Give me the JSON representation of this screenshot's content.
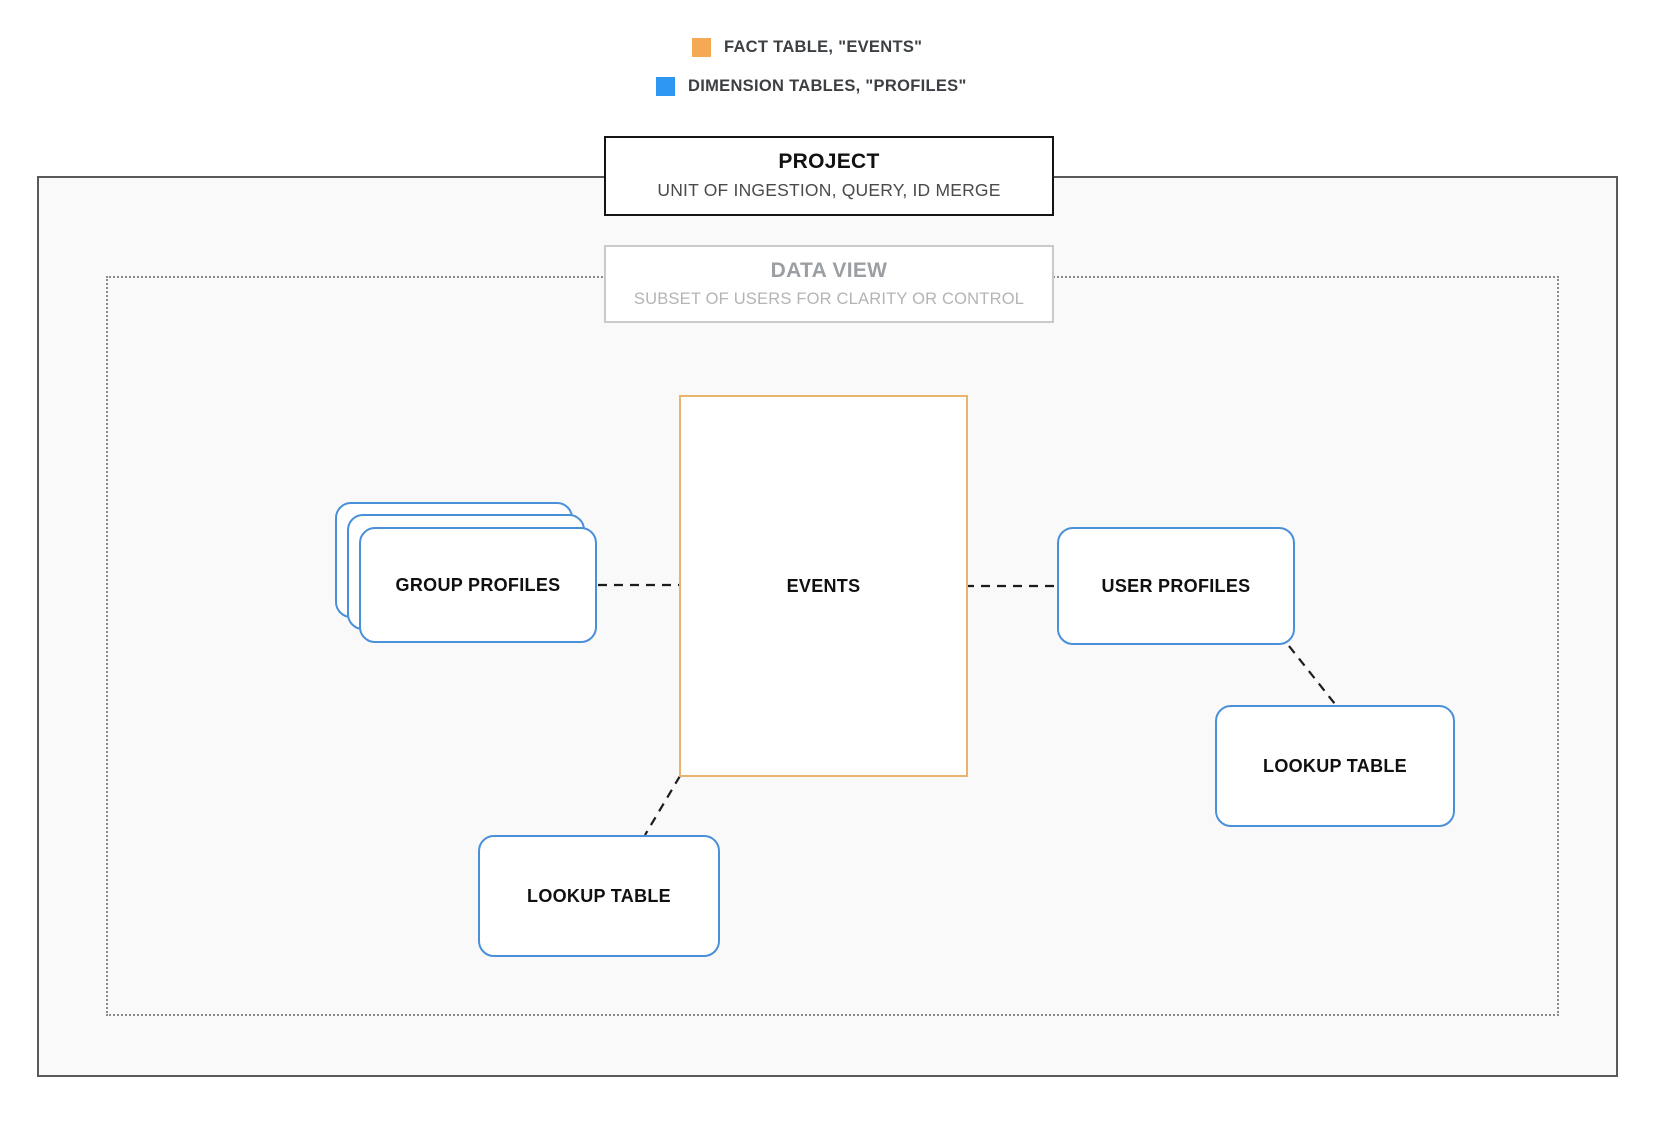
{
  "legend": {
    "items": [
      {
        "name": "fact-table",
        "label": "FACT TABLE, \"EVENTS\"",
        "swatch_color": "#f4a952"
      },
      {
        "name": "dimension-tables",
        "label": "DIMENSION TABLES, \"PROFILES\"",
        "swatch_color": "#2e96f3"
      }
    ]
  },
  "project_box": {
    "title": "PROJECT",
    "subtitle": "UNIT OF INGESTION, QUERY, ID MERGE"
  },
  "data_view_box": {
    "title": "DATA VIEW",
    "subtitle": "SUBSET OF USERS FOR CLARITY OR CONTROL"
  },
  "diagram": {
    "nodes": {
      "events": {
        "label": "EVENTS",
        "type": "fact"
      },
      "group_profiles": {
        "label": "GROUP PROFILES",
        "type": "dimension",
        "stacked": true
      },
      "user_profiles": {
        "label": "USER PROFILES",
        "type": "dimension"
      },
      "lookup_table_bottom": {
        "label": "LOOKUP TABLE",
        "type": "dimension"
      },
      "lookup_table_right": {
        "label": "LOOKUP TABLE",
        "type": "dimension"
      }
    },
    "connections": [
      {
        "from": "group_profiles",
        "to": "events",
        "style": "dashed"
      },
      {
        "from": "events",
        "to": "user_profiles",
        "style": "dashed"
      },
      {
        "from": "user_profiles",
        "to": "lookup_table_right",
        "style": "dashed"
      },
      {
        "from": "events",
        "to": "lookup_table_bottom",
        "style": "dashed"
      }
    ]
  },
  "colors": {
    "fact_swatch": "#f4a952",
    "fact_border": "#e8b470",
    "dimension_swatch": "#2e96f3",
    "dimension_border": "#4a90d9",
    "connector": "#1b1b1b",
    "outer_border": "#5a5a5a",
    "dotted_border": "#8a8a8a",
    "inner_background": "#f9f9f9"
  }
}
